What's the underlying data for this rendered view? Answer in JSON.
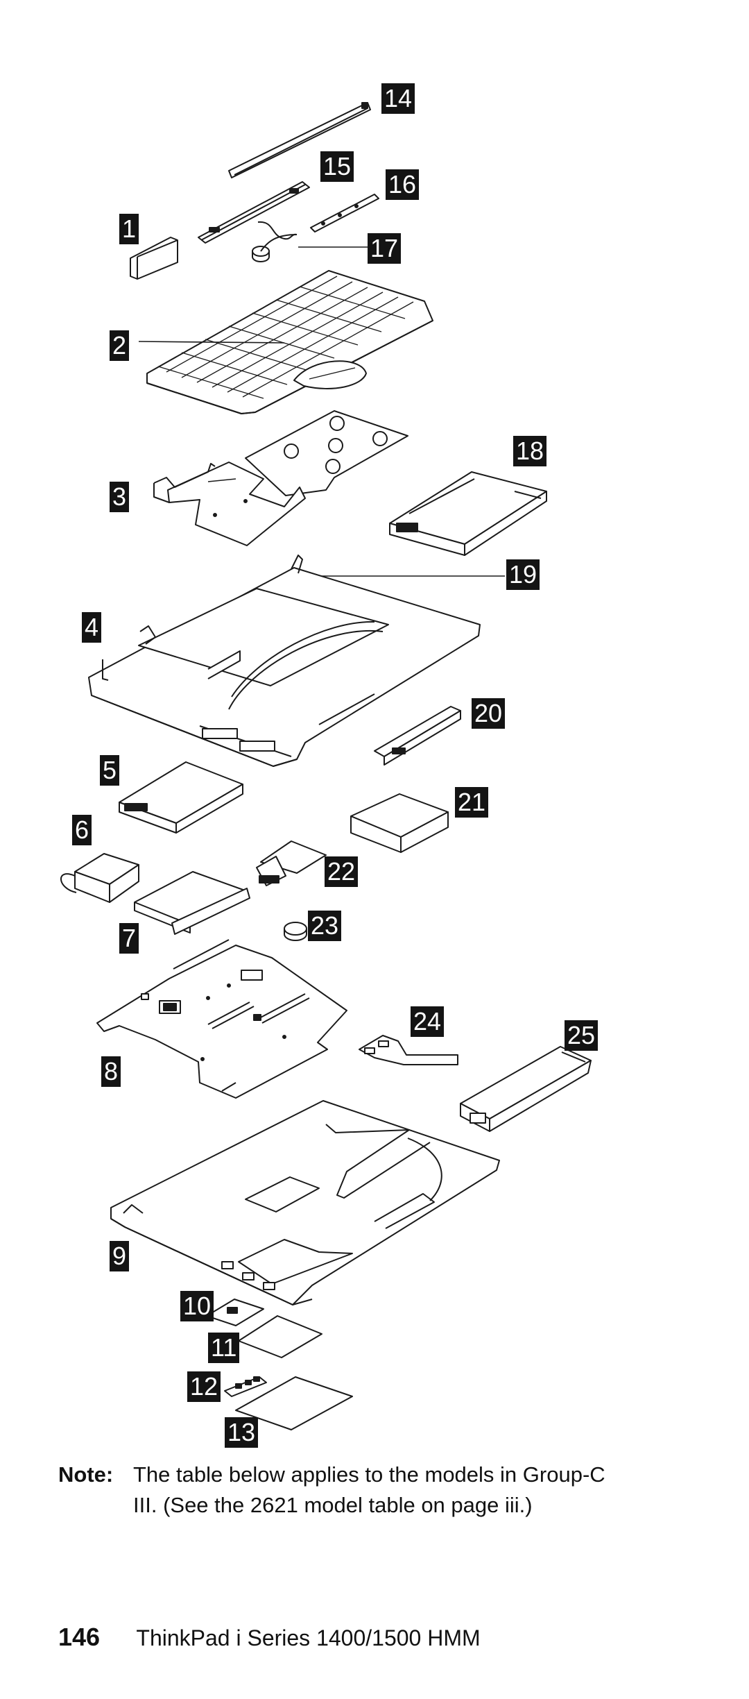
{
  "callouts": {
    "c1": "1",
    "c2": "2",
    "c3": "3",
    "c4": "4",
    "c5": "5",
    "c6": "6",
    "c7": "7",
    "c8": "8",
    "c9": "9",
    "c10": "10",
    "c11": "11",
    "c12": "12",
    "c13": "13",
    "c14": "14",
    "c15": "15",
    "c16": "16",
    "c17": "17",
    "c18": "18",
    "c19": "19",
    "c20": "20",
    "c21": "21",
    "c22": "22",
    "c23": "23",
    "c24": "24",
    "c25": "25"
  },
  "note": {
    "label": "Note:",
    "line1": "The table below applies to the models in Group-C",
    "line2": "III. (See the 2621 model table on page iii.)"
  },
  "footer": {
    "page_number": "146",
    "title": "ThinkPad i Series 1400/1500 HMM"
  }
}
